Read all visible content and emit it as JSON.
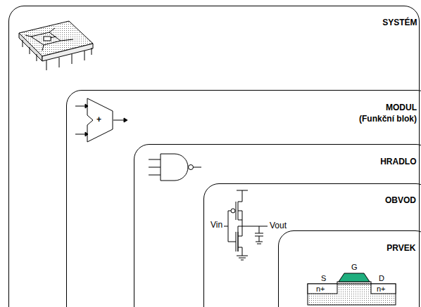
{
  "diagram": {
    "nodes": [
      {
        "text": [
          "SYSTÉM"
        ]
      },
      {
        "text": [
          "MODUL",
          "(Funkční blok)"
        ],
        "in": 0
      },
      {
        "text": [
          "HRADLO"
        ],
        "in": 1
      },
      {
        "text": [
          "OBVOD"
        ],
        "in": 2
      },
      {
        "text": [
          "PRVEK"
        ],
        "in": 3
      }
    ],
    "labels": [
      "+",
      "Vin",
      "Vout",
      "G",
      "S",
      "D",
      "n+",
      "n+"
    ]
  }
}
